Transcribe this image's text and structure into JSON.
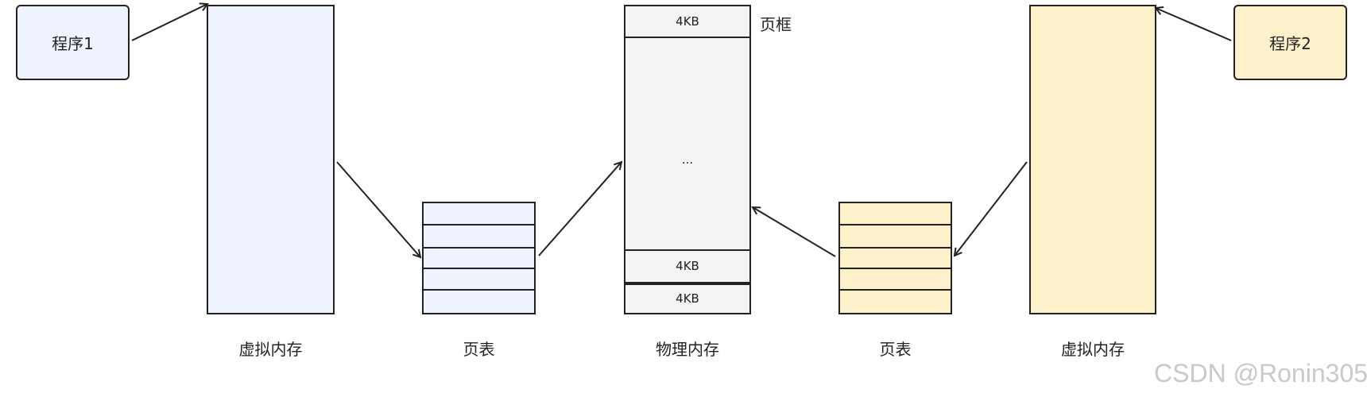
{
  "diagram": {
    "program1": {
      "label": "程序1"
    },
    "program2": {
      "label": "程序2"
    },
    "virtual_memory_left": {
      "label": "虚拟内存"
    },
    "virtual_memory_right": {
      "label": "虚拟内存"
    },
    "page_table_left": {
      "label": "页表",
      "rows": 5
    },
    "page_table_right": {
      "label": "页表",
      "rows": 5
    },
    "physical_memory": {
      "label": "物理内存",
      "top_frame": "4KB",
      "frame_annotation": "页框",
      "ellipsis": "...",
      "bottom_frames": [
        "4KB",
        "4KB"
      ]
    },
    "watermark": "CSDN @Ronin305"
  },
  "colors": {
    "program1_fill": "#eef3fd",
    "program2_fill": "#fdf1cb",
    "physical_fill": "#f4f4f4",
    "stroke": "#222222",
    "watermark": "#c9c9c9"
  }
}
